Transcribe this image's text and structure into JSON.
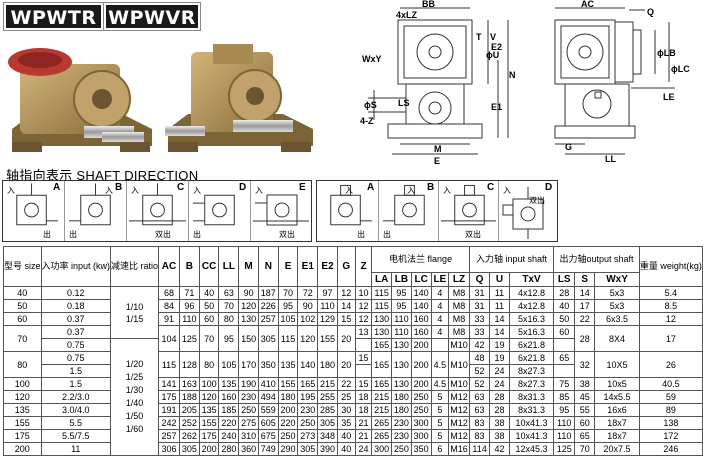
{
  "badges": {
    "left": "WPWTR",
    "right": "WPWVR"
  },
  "drawing_labels": {
    "d1": [
      "BB",
      "4xLZ",
      "E2",
      "E1",
      "N",
      "WxY",
      "ϕS",
      "LS",
      "4-Z",
      "M",
      "E",
      "T",
      "V",
      "ϕU"
    ],
    "d2": [
      "AC",
      "Q",
      "ϕLB",
      "ϕLC",
      "LE",
      "G",
      "LL"
    ]
  },
  "shaft_direction": {
    "title": "轴指向表示  SHAFT DIRECTION",
    "group1": [
      {
        "code": "A",
        "in": "入",
        "out": "出"
      },
      {
        "code": "B",
        "in": "入",
        "out": "出"
      },
      {
        "code": "C",
        "in": "入",
        "out": "双出"
      },
      {
        "code": "D",
        "in": "入",
        "out": "出"
      },
      {
        "code": "E",
        "in": "入",
        "out": "双出"
      }
    ],
    "group2": [
      {
        "code": "A",
        "in": "入",
        "out": "出"
      },
      {
        "code": "B",
        "in": "入",
        "out": "出"
      },
      {
        "code": "C",
        "in": "入",
        "out": "双出"
      },
      {
        "code": "D",
        "in": "入",
        "out": "双出"
      }
    ]
  },
  "table": {
    "headers": {
      "size": "型号 size",
      "input": "入功率 input (kw)",
      "ratio": "减速比 ratio",
      "dims": [
        "AC",
        "B",
        "CC",
        "LL",
        "M",
        "N",
        "E",
        "E1",
        "E2",
        "G",
        "Z"
      ],
      "flange_group": "电机法兰 flange",
      "flange": [
        "LA",
        "LB",
        "LC",
        "LE",
        "LZ"
      ],
      "input_group": "入力轴 input shaft",
      "input_cols": [
        "Q",
        "U",
        "TxV"
      ],
      "output_group": "出力轴output shaft",
      "output_cols": [
        "LS",
        "S",
        "WxY"
      ],
      "weight": "重量 weight(kg)"
    },
    "ratios": [
      "1/10",
      "1/15",
      "1/20",
      "1/25",
      "1/30",
      "1/40",
      "1/50",
      "1/60"
    ],
    "rows": [
      [
        "40",
        "0.12",
        "68",
        "71",
        "40",
        "63",
        "90",
        "187",
        "70",
        "72",
        "97",
        "12",
        "10",
        "115",
        "95",
        "140",
        "4",
        "M8",
        "31",
        "11",
        "4x12.8",
        "28",
        "14",
        "5x3",
        "5.4"
      ],
      [
        "50",
        "0.18",
        "84",
        "96",
        "50",
        "70",
        "120",
        "226",
        "95",
        "90",
        "110",
        "14",
        "12",
        "115",
        "95",
        "140",
        "4",
        "M8",
        "31",
        "11",
        "4x12.8",
        "40",
        "17",
        "5x3",
        "8.5"
      ],
      [
        "60",
        "0.37",
        "91",
        "110",
        "60",
        "80",
        "130",
        "257",
        "105",
        "102",
        "129",
        "15",
        "12",
        "130",
        "110",
        "160",
        "4",
        "M8",
        "33",
        "14",
        "5x16.3",
        "50",
        "22",
        "6x3.5",
        "12"
      ],
      [
        "70",
        "0.37",
        "104",
        "125",
        "70",
        "95",
        "150",
        "305",
        "115",
        "120",
        "155",
        "20",
        "13",
        "130",
        "110",
        "160",
        "4",
        "M8",
        "33",
        "14",
        "5x16.3",
        "60",
        "28",
        "8X4",
        "17"
      ],
      [
        "",
        "0.75",
        "",
        "",
        "",
        "",
        "",
        "",
        "",
        "",
        "",
        "",
        "",
        "165",
        "130",
        "200",
        "",
        "M10",
        "42",
        "19",
        "6x21.8",
        "",
        "",
        "",
        ""
      ],
      [
        "80",
        "0.75",
        "115",
        "128",
        "80",
        "105",
        "170",
        "350",
        "135",
        "140",
        "180",
        "20",
        "15",
        "165",
        "130",
        "200",
        "4.5",
        "M10",
        "48",
        "19",
        "6x21.8",
        "65",
        "32",
        "10X5",
        "26"
      ],
      [
        "",
        "1.5",
        "",
        "",
        "",
        "",
        "",
        "",
        "",
        "",
        "",
        "",
        "",
        "",
        "",
        "",
        "",
        "",
        "52",
        "24",
        "8x27.3",
        "",
        "",
        "",
        ""
      ],
      [
        "100",
        "1.5",
        "141",
        "163",
        "100",
        "135",
        "190",
        "410",
        "155",
        "165",
        "215",
        "22",
        "15",
        "165",
        "130",
        "200",
        "4.5",
        "M10",
        "52",
        "24",
        "8x27.3",
        "75",
        "38",
        "10x5",
        "40.5"
      ],
      [
        "120",
        "2.2/3.0",
        "175",
        "188",
        "120",
        "160",
        "230",
        "494",
        "180",
        "195",
        "255",
        "25",
        "18",
        "215",
        "180",
        "250",
        "5",
        "M12",
        "63",
        "28",
        "8x31.3",
        "85",
        "45",
        "14x5.5",
        "59"
      ],
      [
        "135",
        "3.0/4.0",
        "191",
        "205",
        "135",
        "185",
        "250",
        "559",
        "200",
        "230",
        "285",
        "30",
        "18",
        "215",
        "180",
        "250",
        "5",
        "M12",
        "63",
        "28",
        "8x31.3",
        "95",
        "55",
        "16x6",
        "89"
      ],
      [
        "155",
        "5.5",
        "242",
        "252",
        "155",
        "220",
        "275",
        "605",
        "220",
        "250",
        "305",
        "35",
        "21",
        "265",
        "230",
        "300",
        "5",
        "M12",
        "83",
        "38",
        "10x41.3",
        "110",
        "60",
        "18x7",
        "138"
      ],
      [
        "175",
        "5.5/7.5",
        "257",
        "262",
        "175",
        "240",
        "310",
        "675",
        "250",
        "273",
        "348",
        "40",
        "21",
        "265",
        "230",
        "300",
        "5",
        "M12",
        "83",
        "38",
        "10x41.3",
        "110",
        "65",
        "18x7",
        "172"
      ],
      [
        "200",
        "11",
        "306",
        "305",
        "200",
        "280",
        "360",
        "749",
        "290",
        "305",
        "390",
        "40",
        "24",
        "300",
        "250",
        "350",
        "6",
        "M16",
        "114",
        "42",
        "12x45.3",
        "125",
        "70",
        "20x7.5",
        "246"
      ]
    ]
  },
  "colors": {
    "badge_bg": "#1a1a1a",
    "casting": "#b89a5e",
    "flange_red": "#b7392f",
    "line": "#333333"
  }
}
